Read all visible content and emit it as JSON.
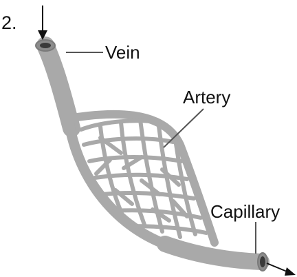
{
  "question_number": "2.",
  "labels": {
    "vein": "Vein",
    "artery": "Artery",
    "capillary": "Capillary"
  },
  "colors": {
    "vessel": "#a9a9a9",
    "vessel_dark": "#8c8c8c",
    "vessel_hole": "#3a3a3a",
    "leader": "#555555",
    "arrow": "#111111",
    "text": "#111111"
  }
}
